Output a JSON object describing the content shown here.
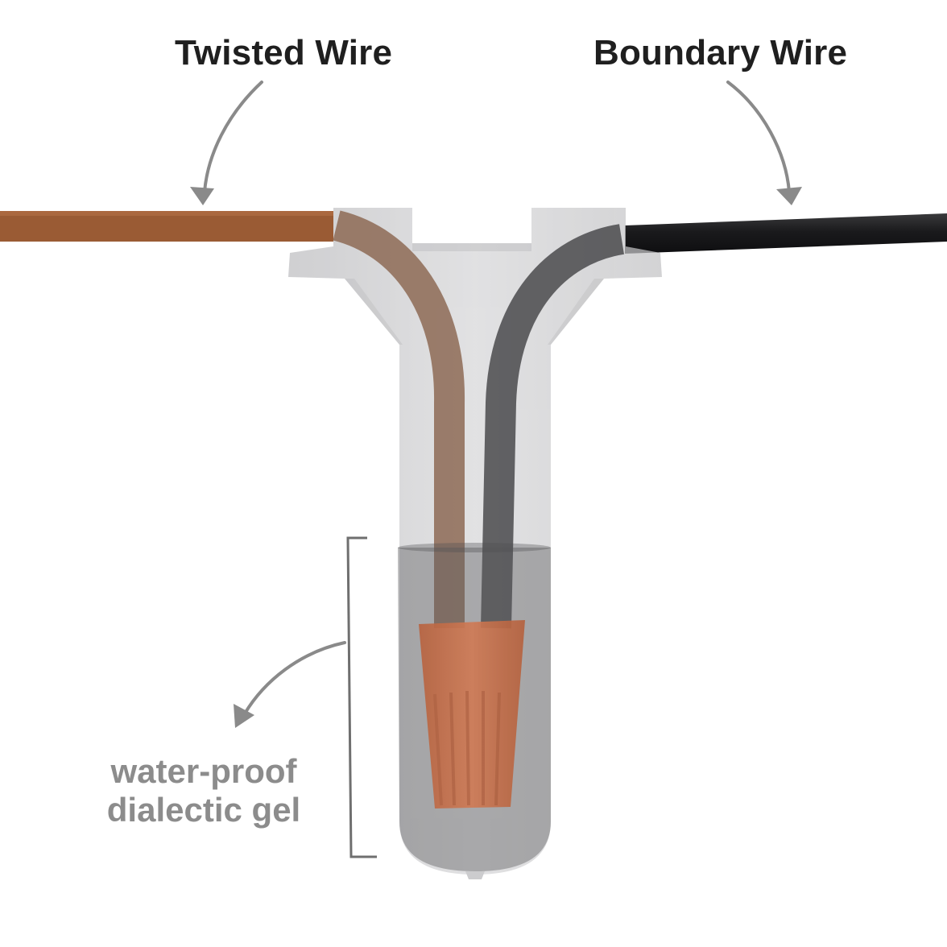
{
  "labels": {
    "twisted_wire": "Twisted Wire",
    "boundary_wire": "Boundary Wire",
    "gel_line1": "water-proof",
    "gel_line2": "dialectic gel"
  },
  "colors": {
    "background": "#ffffff",
    "twisted_wire": "#9a5b34",
    "boundary_wire": "#1e1e20",
    "connector_body": "#c9c9cb",
    "gel": "#5a5a5c",
    "wire_nut": "#c9734f",
    "arrow": "#8a8a8a",
    "label_dark": "#1f1f1f",
    "label_gray": "#8c8c8c"
  },
  "icons": {
    "twisted_arrow": "curved-arrow-down-icon",
    "boundary_arrow": "curved-arrow-down-icon",
    "gel_arrow": "curved-arrow-down-left-icon",
    "gel_bracket": "bracket-icon"
  }
}
